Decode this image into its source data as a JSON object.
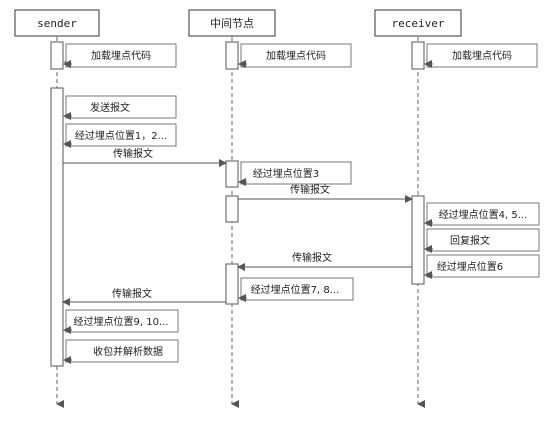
{
  "participants": [
    {
      "id": "sender",
      "label": "sender"
    },
    {
      "id": "middle",
      "label": "中间节点"
    },
    {
      "id": "receiver",
      "label": "receiver"
    }
  ],
  "notes": {
    "sender_load": "加载埋点代码",
    "middle_load": "加载埋点代码",
    "receiver_load": "加载埋点代码",
    "send_message": "发送报文",
    "sender_trace_1": "经过埋点位置1，2...",
    "middle_trace_3": "经过埋点位置3",
    "receiver_trace_4": "经过埋点位置4, 5...",
    "receiver_reply": "回复报文",
    "receiver_trace_6": "经过埋点位置6",
    "middle_trace_7": "经过埋点位置7, 8...",
    "sender_trace_9": "经过埋点位置9, 10...",
    "sender_receive": "收包并解析数据"
  },
  "messages": {
    "sender_to_middle": "传输报文",
    "middle_to_receiver": "传输报文",
    "receiver_to_middle": "传输报文",
    "middle_to_sender": "传输报文"
  }
}
